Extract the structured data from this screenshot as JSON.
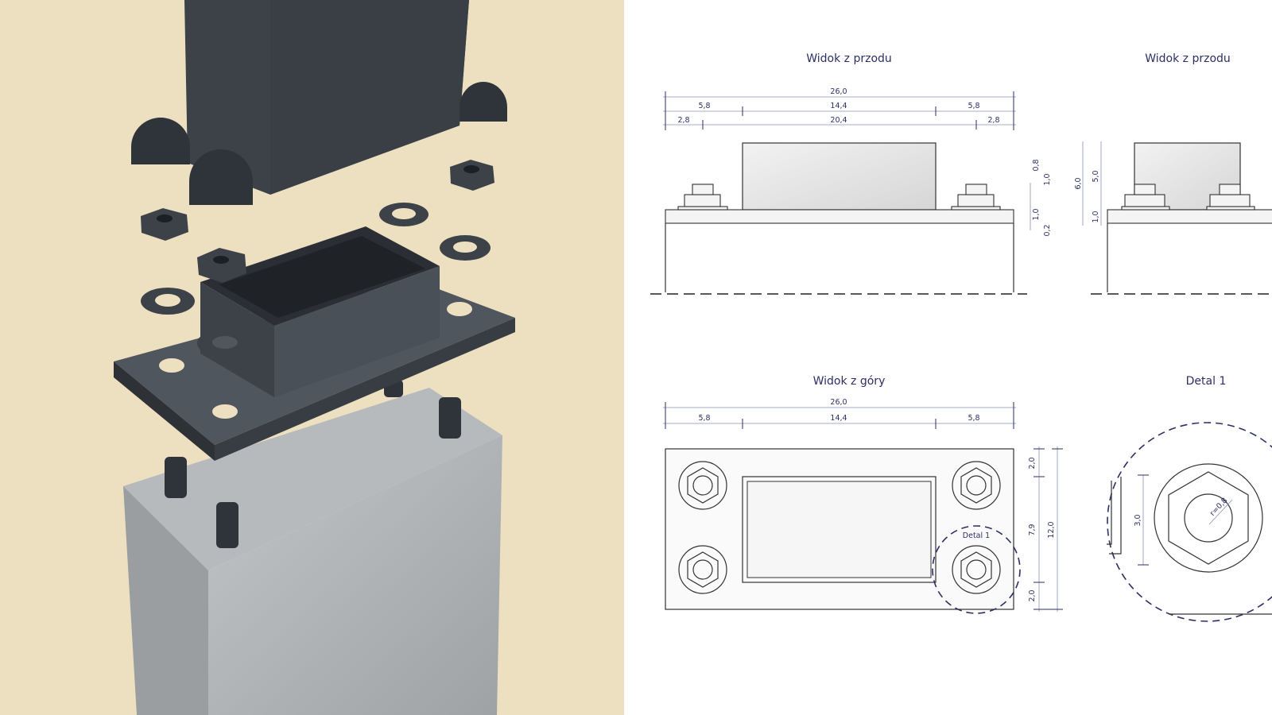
{
  "colors": {
    "render_background": "#EDE0C0",
    "drawing_ink": "#2b2f63",
    "steel": "#3d4249",
    "concrete": "#a9adb0"
  },
  "render": {
    "description_icon": "exploded-post-anchor-render"
  },
  "front_view": {
    "title": "Widok z przodu",
    "overall": "26,0",
    "segments": [
      "5,8",
      "14,4",
      "5,8"
    ],
    "bolt_segments": [
      "2,8",
      "20,4",
      "2,8"
    ],
    "side_dims": [
      "0,8",
      "1,0",
      "1,0",
      "0,2"
    ]
  },
  "front_view_2": {
    "title": "Widok z przodu",
    "heights": [
      "6,0",
      "5,0",
      "1,0"
    ]
  },
  "top_view": {
    "title": "Widok z góry",
    "overall": "26,0",
    "segments": [
      "5,8",
      "14,4",
      "5,8"
    ],
    "vertical_segments": [
      "2,0",
      "7,9",
      "2,0"
    ],
    "vertical_overall": "12,0",
    "detail_callout": "Detal 1"
  },
  "detail": {
    "title": "Detal 1",
    "dim": "3,0",
    "radius": "r=0,8"
  }
}
